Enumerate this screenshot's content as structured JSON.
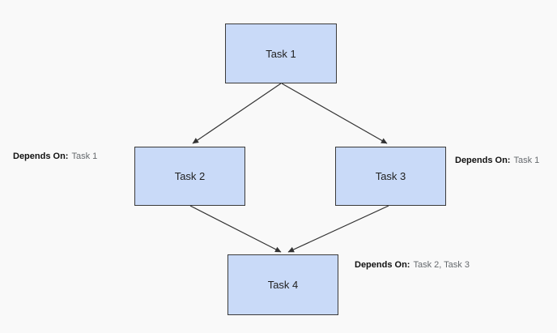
{
  "diagram": {
    "background_color": "#f9f9f9",
    "node_fill_color": "#c9daf8",
    "node_border_color": "#3b3b3b",
    "arrow_color": "#333333",
    "nodes": [
      {
        "id": "task1",
        "label": "Task 1"
      },
      {
        "id": "task2",
        "label": "Task 2"
      },
      {
        "id": "task3",
        "label": "Task 3"
      },
      {
        "id": "task4",
        "label": "Task 4"
      }
    ],
    "edges": [
      {
        "from": "task1",
        "to": "task2"
      },
      {
        "from": "task1",
        "to": "task3"
      },
      {
        "from": "task2",
        "to": "task4"
      },
      {
        "from": "task3",
        "to": "task4"
      }
    ],
    "labels": [
      {
        "prefix": "Depends On:",
        "value": "Task 1",
        "attached_to": "task2"
      },
      {
        "prefix": "Depends On:",
        "value": "Task 1",
        "attached_to": "task3"
      },
      {
        "prefix": "Depends On:",
        "value": "Task 2, Task 3",
        "attached_to": "task4"
      }
    ]
  }
}
